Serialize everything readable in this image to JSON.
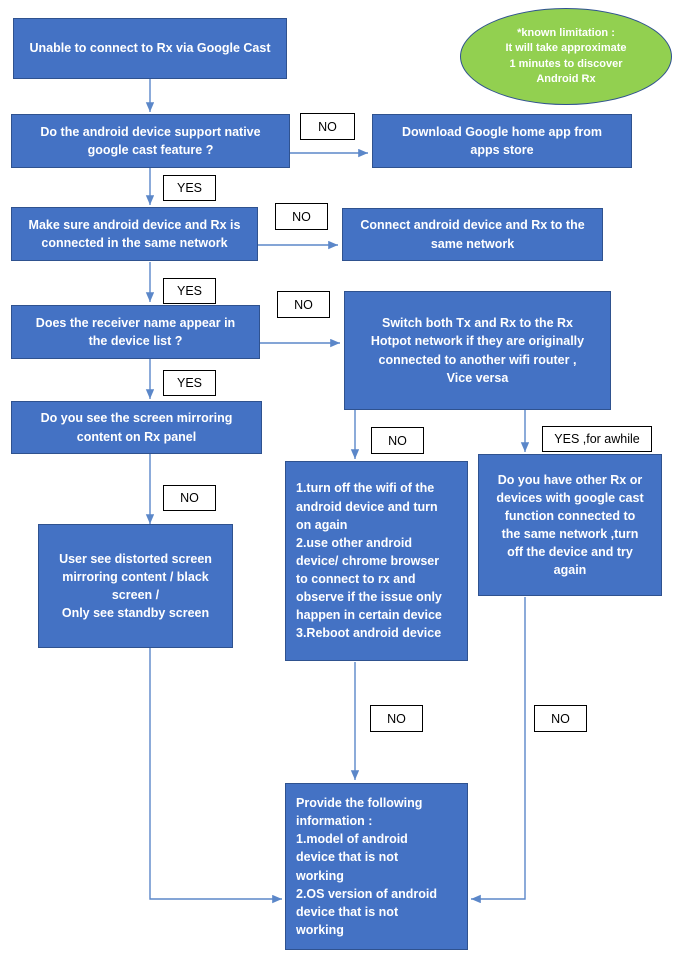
{
  "diagram": {
    "title": "Google Cast Troubleshooting Flowchart",
    "colors": {
      "node_fill": "#4472C4",
      "node_border": "#2F528F",
      "note_fill": "#92D050",
      "connector": "#5B87C9",
      "label_text": "#000000",
      "node_text": "#FFFFFF"
    }
  },
  "nodes": {
    "start": "Unable to connect to Rx via Google Cast",
    "q_native_cast": "Do the android device support native\ngoogle cast feature ?",
    "download_home_app": "Download Google home app from\napps store",
    "q_same_network": "Make sure android device and Rx is\nconnected in the same network",
    "connect_same_network": "Connect android device and Rx to the\nsame network",
    "q_receiver_name": "Does the receiver name appear in\nthe device list ?",
    "switch_hotspot": "Switch both Tx and Rx to the Rx\nHotpot network if they are originally\nconnected to another wifi router ,\nVice versa",
    "q_mirroring_content": "Do you see the screen mirroring\ncontent on Rx panel",
    "distorted_screen": "User see distorted screen\nmirroring content / black\nscreen /\nOnly see standby screen",
    "troubleshoot_steps": "1.turn off the wifi of the\nandroid device and turn\non again\n2.use other android\ndevice/ chrome browser\nto connect to rx and\nobserve if the issue only\nhappen in certain device\n3.Reboot android device",
    "q_other_rx": "Do you have other Rx or\ndevices with google cast\nfunction connected to\nthe same network ,turn\noff the device and try\nagain",
    "provide_info": "Provide the following\ninformation :\n1.model of android\ndevice that is not\nworking\n2.OS version of android\ndevice that is not\nworking"
  },
  "note": {
    "known_limitation": "*known limitation :\nIt will take approximate\n1 minutes to discover\nAndroid Rx"
  },
  "edge_labels": {
    "no_1": "NO",
    "yes_1": "YES",
    "no_2": "NO",
    "yes_2": "YES",
    "no_3": "NO",
    "yes_3": "YES",
    "no_4": "NO",
    "no_5": "NO",
    "yes_awhile": "YES ,for awhile",
    "no_6": "NO",
    "no_7": "NO"
  }
}
